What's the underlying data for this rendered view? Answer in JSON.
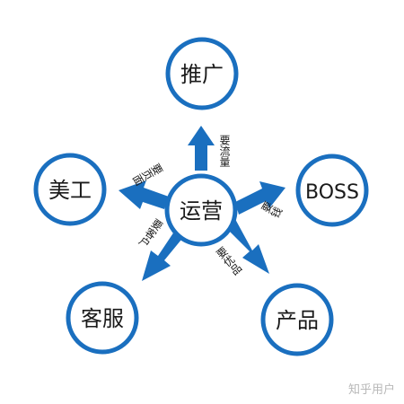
{
  "colors": {
    "accent": "#1a6fbf",
    "text": "#1a1a1a",
    "watermark": "#b8b8b8"
  },
  "center": {
    "label": "运营"
  },
  "nodes": [
    {
      "id": "tuiguang",
      "label": "推广"
    },
    {
      "id": "boss",
      "label": "BOSS"
    },
    {
      "id": "chanpin",
      "label": "产品"
    },
    {
      "id": "kefu",
      "label": "客服"
    },
    {
      "id": "meigong",
      "label": "美工"
    }
  ],
  "edges": [
    {
      "to": "tuiguang",
      "label": "要流量"
    },
    {
      "to": "boss",
      "label": "要钱"
    },
    {
      "to": "chanpin",
      "label": "要优品"
    },
    {
      "to": "kefu",
      "label": "要客户"
    },
    {
      "to": "meigong",
      "label": "要页面"
    }
  ],
  "watermark": "知乎用户"
}
